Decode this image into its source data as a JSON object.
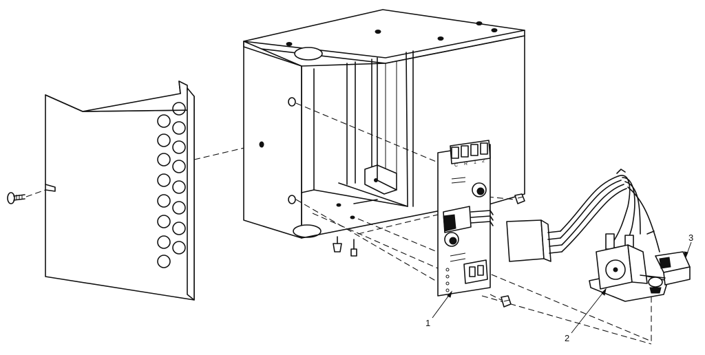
{
  "callouts": [
    {
      "id": "1",
      "text": "1"
    },
    {
      "id": "2",
      "text": "2"
    },
    {
      "id": "3",
      "text": "3"
    }
  ],
  "board_markings": [
    "C",
    "R",
    "1",
    "2"
  ],
  "colors": {
    "ink": "#111111",
    "paper": "#ffffff"
  }
}
